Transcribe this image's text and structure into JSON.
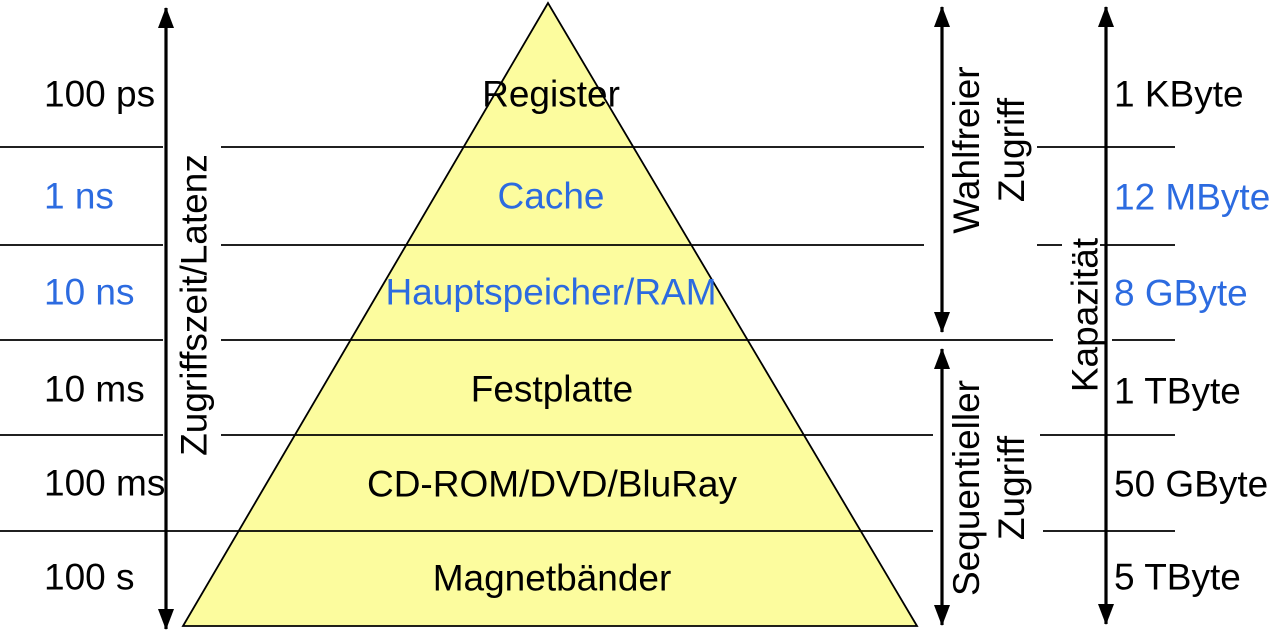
{
  "colors": {
    "accent_blue": "#2C6BE0",
    "pyramid_fill": "#FCFC9E",
    "stroke_black": "#000000"
  },
  "axis_labels": {
    "latency_axis": "Zugriffszeit/Latenz",
    "capacity_axis": "Kapazität",
    "random_access_line1": "Wahlfreier",
    "random_access_line2": "Zugriff",
    "sequential_access_line1": "Sequentieller",
    "sequential_access_line2": "Zugriff"
  },
  "levels": [
    {
      "name": "Register",
      "latency": "100 ps",
      "capacity": "1 KByte",
      "accent": false
    },
    {
      "name": "Cache",
      "latency": "1 ns",
      "capacity": "12 MByte",
      "accent": true
    },
    {
      "name": "Hauptspeicher/RAM",
      "latency": "10 ns",
      "capacity": "8 GByte",
      "accent": true
    },
    {
      "name": "Festplatte",
      "latency": "10 ms",
      "capacity": "1 TByte",
      "accent": false
    },
    {
      "name": "CD-ROM/DVD/BluRay",
      "latency": "100 ms",
      "capacity": "50 GByte",
      "accent": false
    },
    {
      "name": "Magnetbänder",
      "latency": "100 s",
      "capacity": "5 TByte",
      "accent": false
    }
  ]
}
